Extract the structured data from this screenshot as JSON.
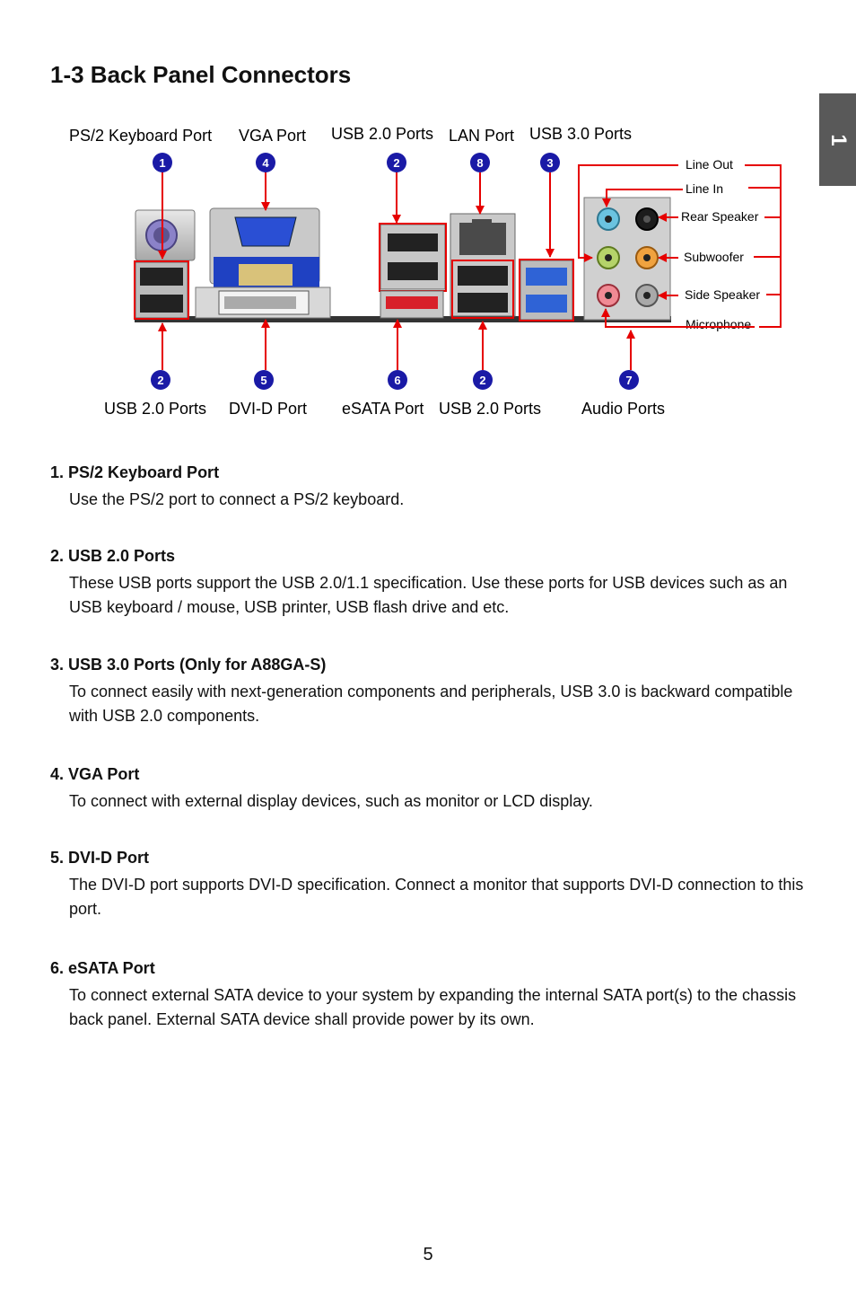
{
  "chapter_tab": "1",
  "title": "1-3 Back Panel Connectors",
  "diagram": {
    "top_labels": [
      "PS/2 Keyboard Port",
      "VGA Port",
      "USB 2.0 Ports",
      "LAN Port",
      "USB 3.0 Ports"
    ],
    "top_markers": [
      "1",
      "4",
      "2",
      "8",
      "3"
    ],
    "bottom_labels": [
      "USB 2.0 Ports",
      "DVI-D Port",
      "eSATA Port",
      "USB 2.0 Ports",
      "Audio Ports"
    ],
    "bottom_markers": [
      "2",
      "5",
      "6",
      "2",
      "7"
    ],
    "audio_labels": [
      "Line Out",
      "Line In",
      "Rear Speaker",
      "Subwoofer",
      "Side Speaker",
      "Microphone"
    ],
    "colors": {
      "marker": "#1a1aa6",
      "arrow": "#e60000",
      "usb3": "#2f63d6",
      "vga": "#2345c8",
      "esata": "#d8202a"
    }
  },
  "sections": [
    {
      "heading": "1. PS/2 Keyboard Port",
      "body": "Use the PS/2 port to connect a PS/2 keyboard."
    },
    {
      "heading": "2. USB 2.0 Ports",
      "body": "These USB ports support the USB 2.0/1.1 specification. Use these ports for USB devices such as an USB keyboard / mouse, USB printer, USB flash drive and etc."
    },
    {
      "heading": "3. USB 3.0 Ports (Only for A88GA-S)",
      "body": "To connect easily with next-generation components and peripherals, USB 3.0 is backward compatible with USB 2.0 components."
    },
    {
      "heading": "4. VGA Port",
      "body": "To connect with external display devices, such as monitor or LCD display."
    },
    {
      "heading": "5. DVI-D Port",
      "body": "The DVI-D port supports DVI-D specification. Connect a monitor that supports DVI-D connection to this port."
    },
    {
      "heading": "6. eSATA Port",
      "body": "To connect external SATA device to your system by expanding the internal SATA port(s) to the chassis back panel. External SATA device shall provide power by its own."
    }
  ],
  "page_number": "5"
}
